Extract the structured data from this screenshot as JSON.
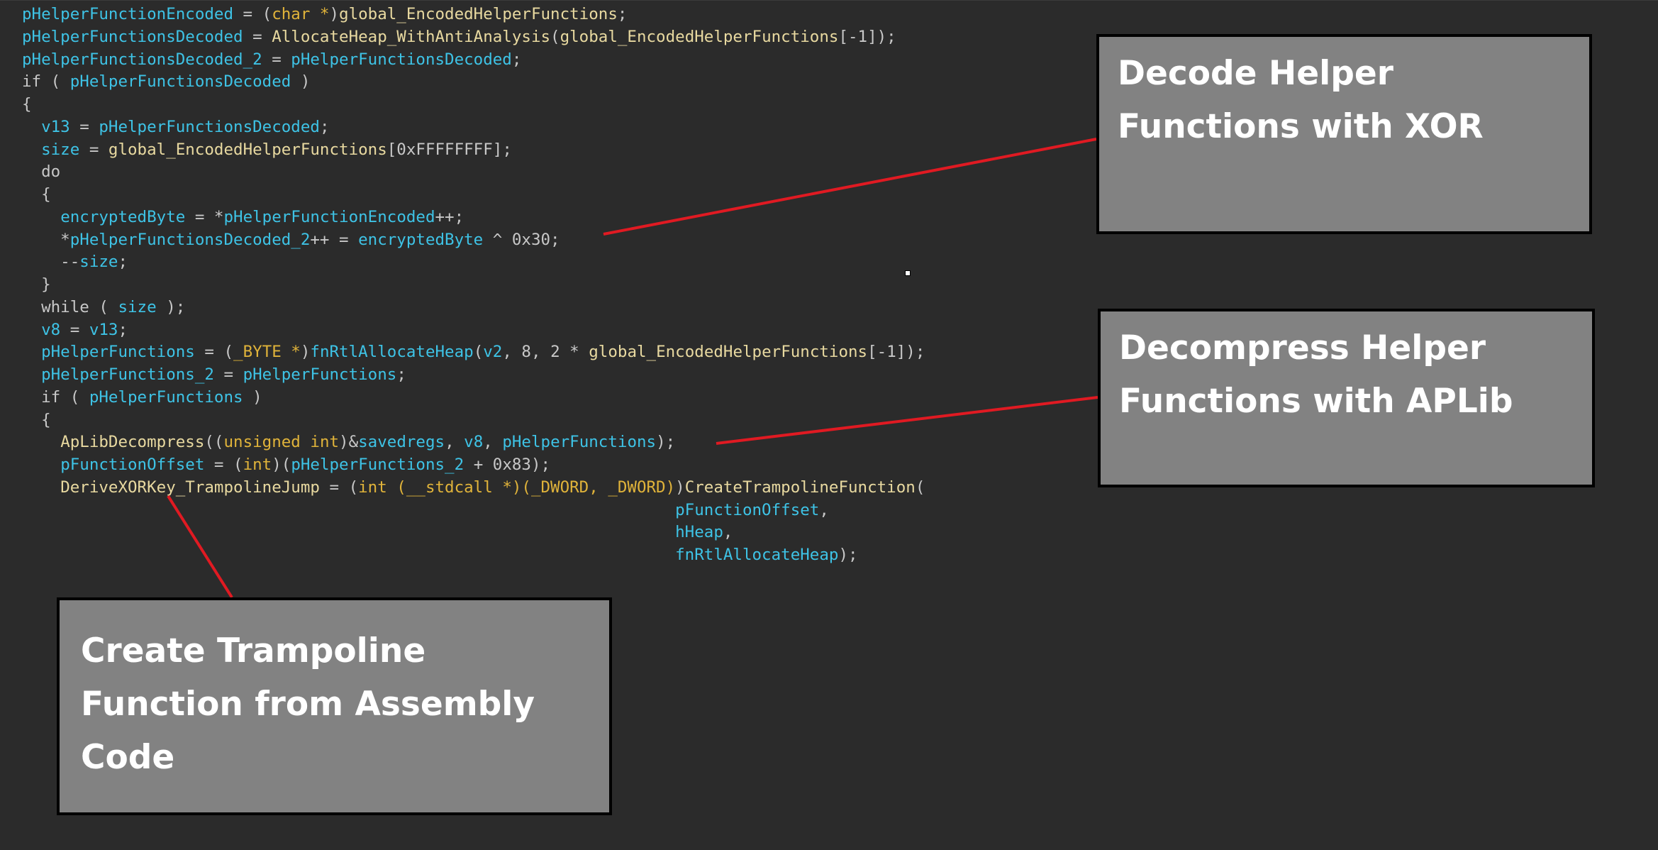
{
  "code_lines": [
    [
      {
        "t": "pHelperFunctionEncoded",
        "c": "var"
      },
      {
        "t": " = (",
        "c": "plain"
      },
      {
        "t": "char *",
        "c": "kw"
      },
      {
        "t": ")",
        "c": "plain"
      },
      {
        "t": "global_EncodedHelperFunctions",
        "c": "fn"
      },
      {
        "t": ";",
        "c": "plain"
      }
    ],
    [
      {
        "t": "pHelperFunctionsDecoded",
        "c": "var"
      },
      {
        "t": " = ",
        "c": "plain"
      },
      {
        "t": "AllocateHeap_WithAntiAnalysis",
        "c": "fn"
      },
      {
        "t": "(",
        "c": "plain"
      },
      {
        "t": "global_EncodedHelperFunctions",
        "c": "fn"
      },
      {
        "t": "[-1]);",
        "c": "plain"
      }
    ],
    [
      {
        "t": "pHelperFunctionsDecoded_2",
        "c": "var"
      },
      {
        "t": " = ",
        "c": "plain"
      },
      {
        "t": "pHelperFunctionsDecoded",
        "c": "var"
      },
      {
        "t": ";",
        "c": "plain"
      }
    ],
    [
      {
        "t": "if ( ",
        "c": "plain"
      },
      {
        "t": "pHelperFunctionsDecoded",
        "c": "var"
      },
      {
        "t": " )",
        "c": "plain"
      }
    ],
    [
      {
        "t": "{",
        "c": "plain"
      }
    ],
    [
      {
        "t": "  ",
        "c": "plain"
      },
      {
        "t": "v13",
        "c": "var"
      },
      {
        "t": " = ",
        "c": "plain"
      },
      {
        "t": "pHelperFunctionsDecoded",
        "c": "var"
      },
      {
        "t": ";",
        "c": "plain"
      }
    ],
    [
      {
        "t": "  ",
        "c": "plain"
      },
      {
        "t": "size",
        "c": "var"
      },
      {
        "t": " = ",
        "c": "plain"
      },
      {
        "t": "global_EncodedHelperFunctions",
        "c": "fn"
      },
      {
        "t": "[0xFFFFFFFF];",
        "c": "plain"
      }
    ],
    [
      {
        "t": "  do",
        "c": "plain"
      }
    ],
    [
      {
        "t": "  {",
        "c": "plain"
      }
    ],
    [
      {
        "t": "    ",
        "c": "plain"
      },
      {
        "t": "encryptedByte",
        "c": "var"
      },
      {
        "t": " = *",
        "c": "plain"
      },
      {
        "t": "pHelperFunctionEncoded",
        "c": "var"
      },
      {
        "t": "++;",
        "c": "plain"
      }
    ],
    [
      {
        "t": "    *",
        "c": "plain"
      },
      {
        "t": "pHelperFunctionsDecoded_2",
        "c": "var"
      },
      {
        "t": "++ = ",
        "c": "plain"
      },
      {
        "t": "encryptedByte",
        "c": "var"
      },
      {
        "t": " ^ 0x30;",
        "c": "plain"
      }
    ],
    [
      {
        "t": "    --",
        "c": "plain"
      },
      {
        "t": "size",
        "c": "var"
      },
      {
        "t": ";",
        "c": "plain"
      }
    ],
    [
      {
        "t": "  }",
        "c": "plain"
      }
    ],
    [
      {
        "t": "  while ( ",
        "c": "plain"
      },
      {
        "t": "size",
        "c": "var"
      },
      {
        "t": " );",
        "c": "plain"
      }
    ],
    [
      {
        "t": "  ",
        "c": "plain"
      },
      {
        "t": "v8",
        "c": "var"
      },
      {
        "t": " = ",
        "c": "plain"
      },
      {
        "t": "v13",
        "c": "var"
      },
      {
        "t": ";",
        "c": "plain"
      }
    ],
    [
      {
        "t": "  ",
        "c": "plain"
      },
      {
        "t": "pHelperFunctions",
        "c": "var"
      },
      {
        "t": " = (",
        "c": "plain"
      },
      {
        "t": "_BYTE *",
        "c": "kw"
      },
      {
        "t": ")",
        "c": "plain"
      },
      {
        "t": "fnRtlAllocateHeap",
        "c": "var"
      },
      {
        "t": "(",
        "c": "plain"
      },
      {
        "t": "v2",
        "c": "var"
      },
      {
        "t": ", 8, 2 * ",
        "c": "plain"
      },
      {
        "t": "global_EncodedHelperFunctions",
        "c": "fn"
      },
      {
        "t": "[-1]);",
        "c": "plain"
      }
    ],
    [
      {
        "t": "  ",
        "c": "plain"
      },
      {
        "t": "pHelperFunctions_2",
        "c": "var"
      },
      {
        "t": " = ",
        "c": "plain"
      },
      {
        "t": "pHelperFunctions",
        "c": "var"
      },
      {
        "t": ";",
        "c": "plain"
      }
    ],
    [
      {
        "t": "  if ( ",
        "c": "plain"
      },
      {
        "t": "pHelperFunctions",
        "c": "var"
      },
      {
        "t": " )",
        "c": "plain"
      }
    ],
    [
      {
        "t": "  {",
        "c": "plain"
      }
    ],
    [
      {
        "t": "    ",
        "c": "plain"
      },
      {
        "t": "ApLibDecompress",
        "c": "fn"
      },
      {
        "t": "((",
        "c": "plain"
      },
      {
        "t": "unsigned int",
        "c": "kw"
      },
      {
        "t": ")&",
        "c": "plain"
      },
      {
        "t": "savedregs",
        "c": "var"
      },
      {
        "t": ", ",
        "c": "plain"
      },
      {
        "t": "v8",
        "c": "var"
      },
      {
        "t": ", ",
        "c": "plain"
      },
      {
        "t": "pHelperFunctions",
        "c": "var"
      },
      {
        "t": ");",
        "c": "plain"
      }
    ],
    [
      {
        "t": "    ",
        "c": "plain"
      },
      {
        "t": "pFunctionOffset",
        "c": "var"
      },
      {
        "t": " = (",
        "c": "plain"
      },
      {
        "t": "int",
        "c": "kw"
      },
      {
        "t": ")(",
        "c": "plain"
      },
      {
        "t": "pHelperFunctions_2",
        "c": "var"
      },
      {
        "t": " + 0x83);",
        "c": "plain"
      }
    ],
    [
      {
        "t": "    ",
        "c": "plain"
      },
      {
        "t": "DeriveXORKey_TrampolineJump",
        "c": "fn"
      },
      {
        "t": " = (",
        "c": "plain"
      },
      {
        "t": "int (__stdcall *)(_DWORD, _DWORD)",
        "c": "kw"
      },
      {
        "t": ")",
        "c": "plain"
      },
      {
        "t": "CreateTrampolineFunction",
        "c": "fn"
      },
      {
        "t": "(",
        "c": "plain"
      }
    ],
    [
      {
        "t": "                                                                    ",
        "c": "plain"
      },
      {
        "t": "pFunctionOffset",
        "c": "var"
      },
      {
        "t": ",",
        "c": "plain"
      }
    ],
    [
      {
        "t": "                                                                    ",
        "c": "plain"
      },
      {
        "t": "hHeap",
        "c": "var"
      },
      {
        "t": ",",
        "c": "plain"
      }
    ],
    [
      {
        "t": "                                                                    ",
        "c": "plain"
      },
      {
        "t": "fnRtlAllocateHeap",
        "c": "var"
      },
      {
        "t": ");",
        "c": "plain"
      }
    ]
  ],
  "callouts": {
    "xor": {
      "line1": "Decode Helper",
      "line2": "Functions with XOR"
    },
    "aplib": {
      "line1": "Decompress Helper",
      "line2": "Functions with APLib"
    },
    "trampoline": {
      "line1": "Create Trampoline",
      "line2": "Function from Assembly",
      "line3": "Code"
    }
  },
  "colors": {
    "background": "#2b2b2b",
    "identifier": "#3ec3e6",
    "function": "#e8d9a0",
    "keyword": "#e0b33a",
    "plain": "#c8c8c8",
    "callout_fill": "#828282",
    "connector": "#e01a22"
  }
}
